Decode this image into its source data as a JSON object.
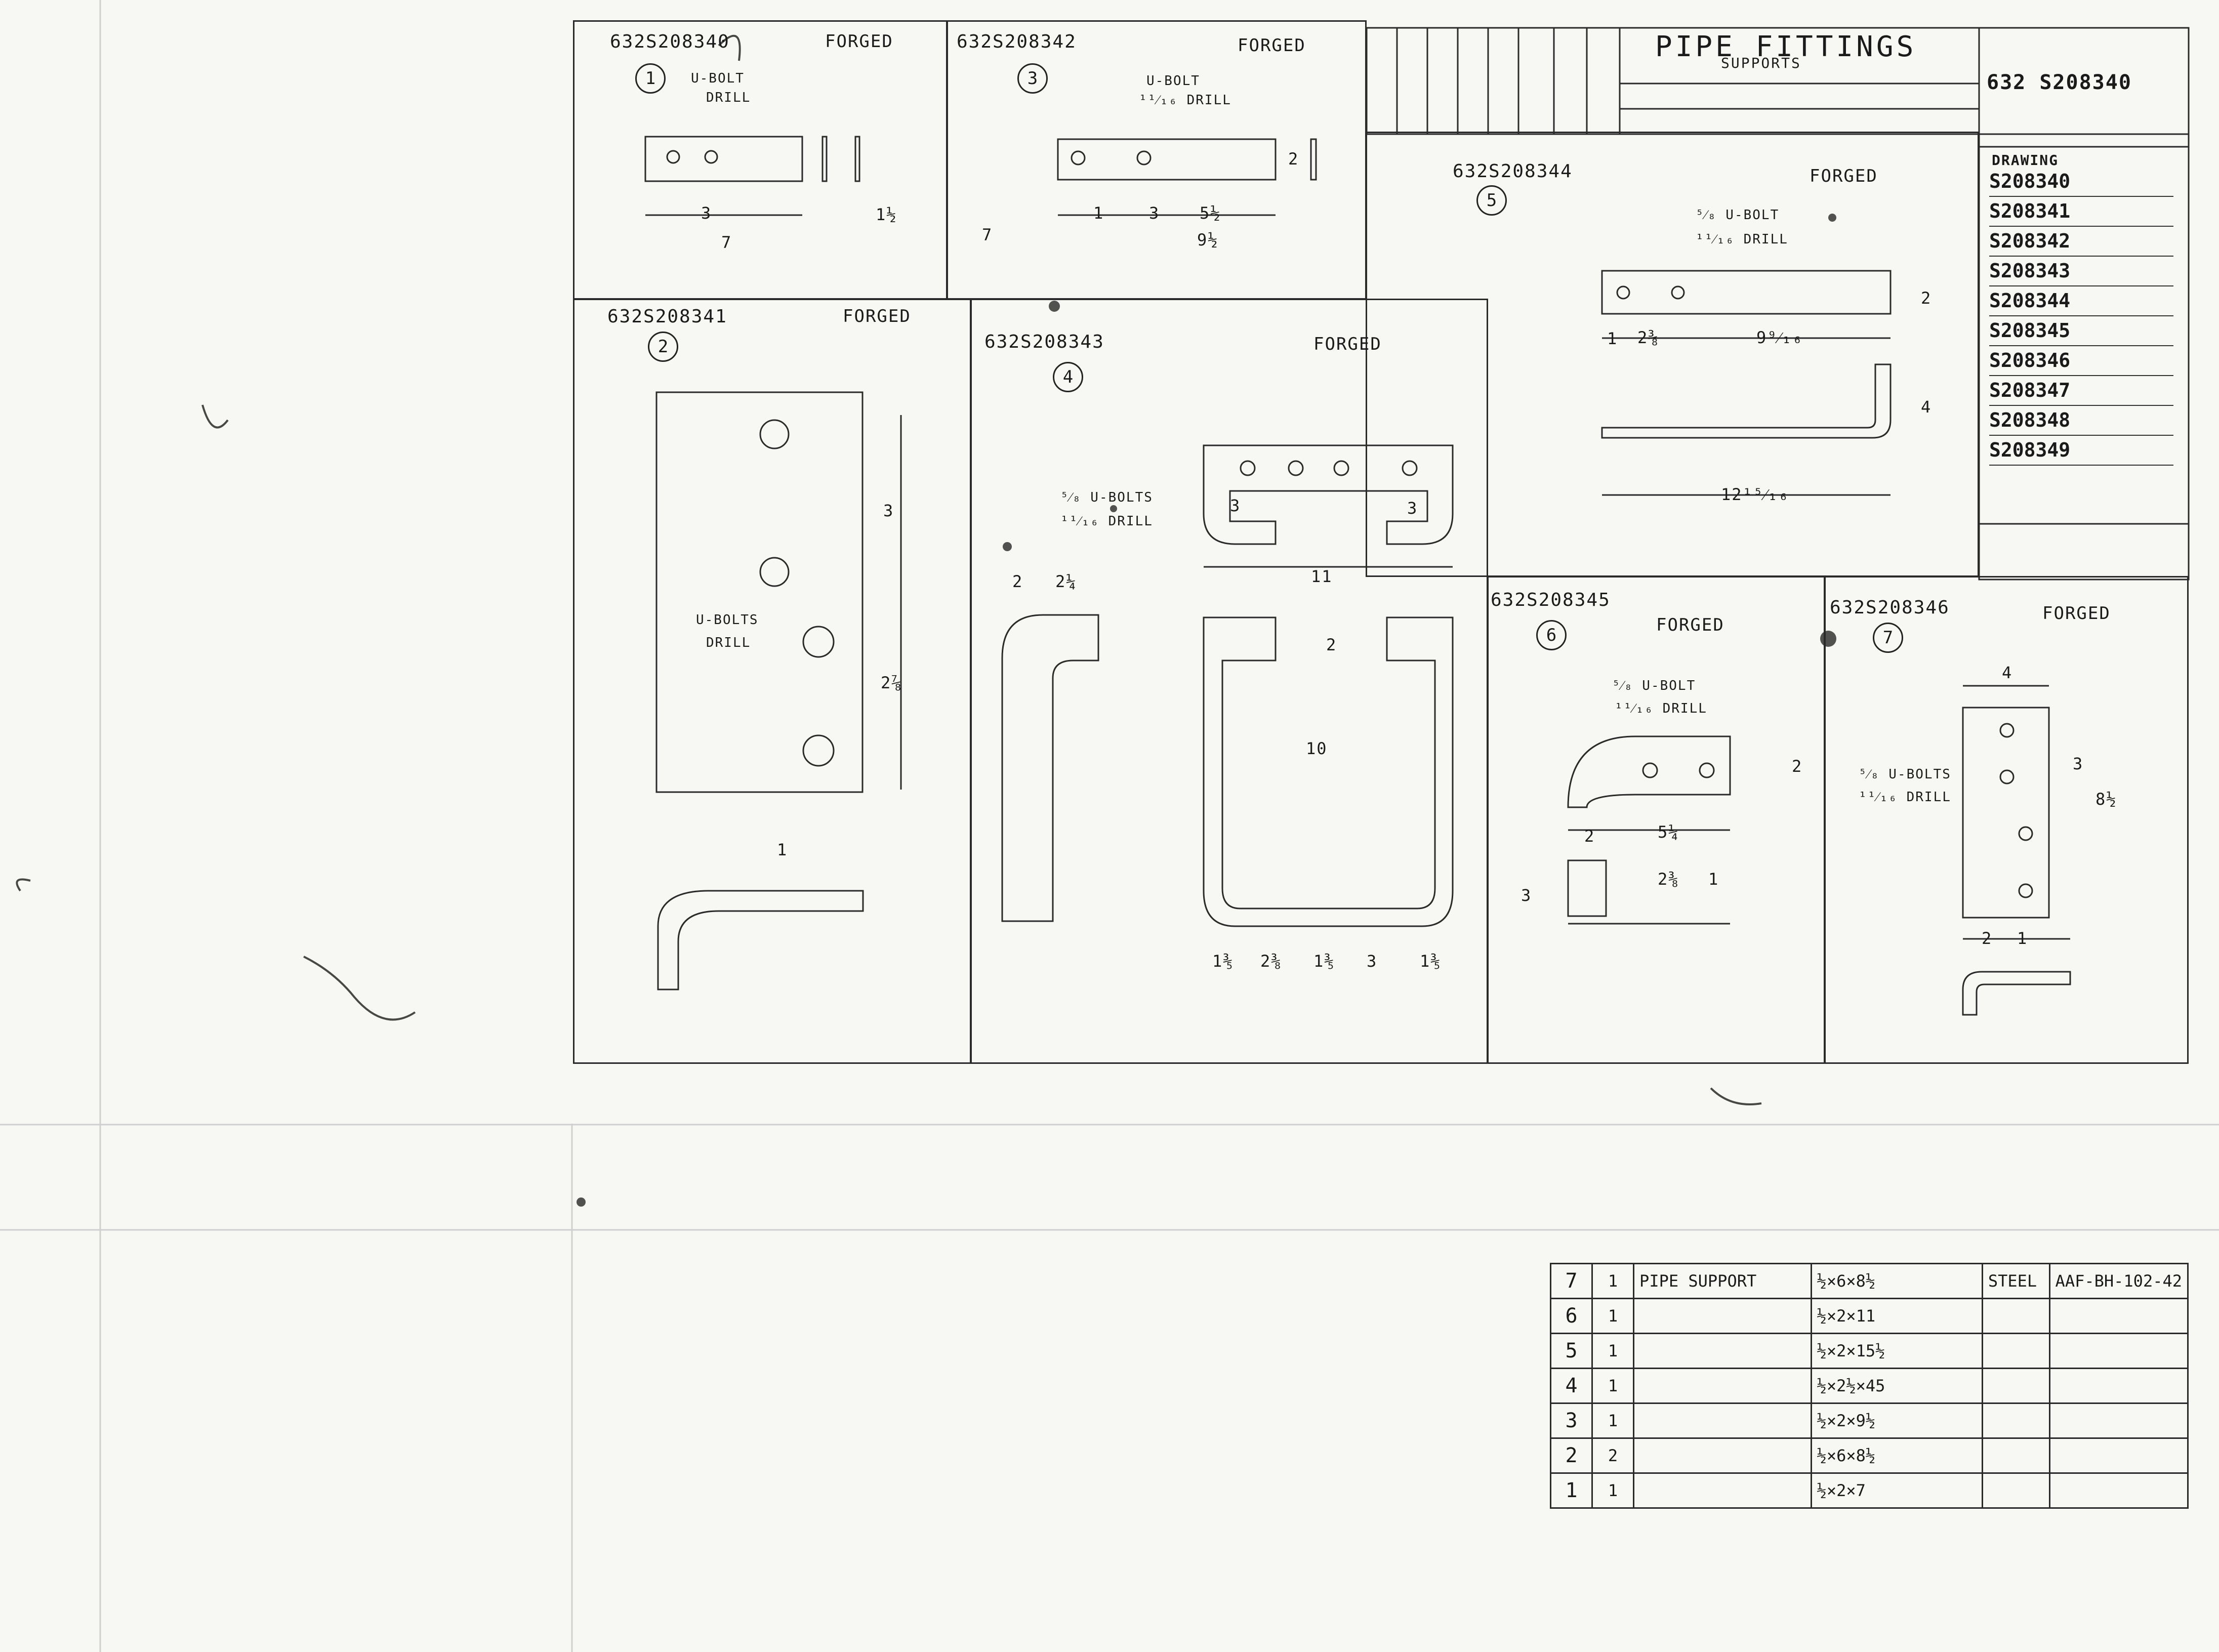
{
  "title_block": {
    "title": "PIPE FITTINGS",
    "subtitle": "SUPPORTS",
    "drawing_number": "632 S208340",
    "drawing_header": "DRAWING",
    "drawing_list": [
      "S208340",
      "S208341",
      "S208342",
      "S208343",
      "S208344",
      "S208345",
      "S208346",
      "S208347",
      "S208348",
      "S208349"
    ]
  },
  "details": [
    {
      "number": "1",
      "part": "632S208340",
      "process": "FORGED",
      "notes": [
        "U-BOLT",
        "DRILL"
      ],
      "dims": [
        "3",
        "7",
        "1½"
      ]
    },
    {
      "number": "2",
      "part": "632S208341",
      "process": "FORGED",
      "notes": [
        "U-BOLTS",
        "DRILL"
      ],
      "dims": [
        "3",
        "1",
        "2⅞"
      ]
    },
    {
      "number": "3",
      "part": "632S208342",
      "process": "FORGED",
      "notes": [
        "U-BOLT",
        "¹¹⁄₁₆ DRILL"
      ],
      "dims": [
        "1",
        "3",
        "5½",
        "9½",
        "7",
        "2"
      ]
    },
    {
      "number": "4",
      "part": "632S208343",
      "process": "FORGED",
      "notes": [
        "⁵⁄₈ U-BOLTS",
        "¹¹⁄₁₆ DRILL"
      ],
      "dims": [
        "3",
        "3",
        "11",
        "2",
        "2¼",
        "10",
        "2",
        "1⅗",
        "2⅜",
        "1⅗",
        "3",
        "1⅗"
      ]
    },
    {
      "number": "5",
      "part": "632S208344",
      "process": "FORGED",
      "notes": [
        "⁵⁄₈ U-BOLT",
        "¹¹⁄₁₆ DRILL"
      ],
      "dims": [
        "1",
        "2⅜",
        "9⁹⁄₁₆",
        "2",
        "4",
        "12¹⁵⁄₁₆"
      ]
    },
    {
      "number": "6",
      "part": "632S208345",
      "process": "FORGED",
      "notes": [
        "⁵⁄₈ U-BOLT",
        "¹¹⁄₁₆ DRILL"
      ],
      "dims": [
        "2",
        "5¼",
        "2⅜",
        "1",
        "3",
        "2"
      ]
    },
    {
      "number": "7",
      "part": "632S208346",
      "process": "FORGED",
      "notes": [
        "⁵⁄₈ U-BOLTS",
        "¹¹⁄₁₆ DRILL"
      ],
      "dims": [
        "4",
        "3",
        "8½",
        "2",
        "1"
      ]
    }
  ],
  "parts_list": [
    {
      "item": "7",
      "qty": "1",
      "description": "PIPE SUPPORT",
      "size": "½×6×8½",
      "material": "STEEL",
      "spec": "AAF-BH-102-42"
    },
    {
      "item": "6",
      "qty": "1",
      "description": "",
      "size": "½×2×11",
      "material": "",
      "spec": ""
    },
    {
      "item": "5",
      "qty": "1",
      "description": "",
      "size": "½×2×15½",
      "material": "",
      "spec": ""
    },
    {
      "item": "4",
      "qty": "1",
      "description": "",
      "size": "½×2½×45",
      "material": "",
      "spec": ""
    },
    {
      "item": "3",
      "qty": "1",
      "description": "",
      "size": "½×2×9½",
      "material": "",
      "spec": ""
    },
    {
      "item": "2",
      "qty": "2",
      "description": "",
      "size": "½×6×8½",
      "material": "",
      "spec": ""
    },
    {
      "item": "1",
      "qty": "1",
      "description": "",
      "size": "½×2×7",
      "material": "",
      "spec": ""
    }
  ],
  "colors": {
    "paper": "#f7f7f3",
    "ink": "#1a1a1a"
  }
}
